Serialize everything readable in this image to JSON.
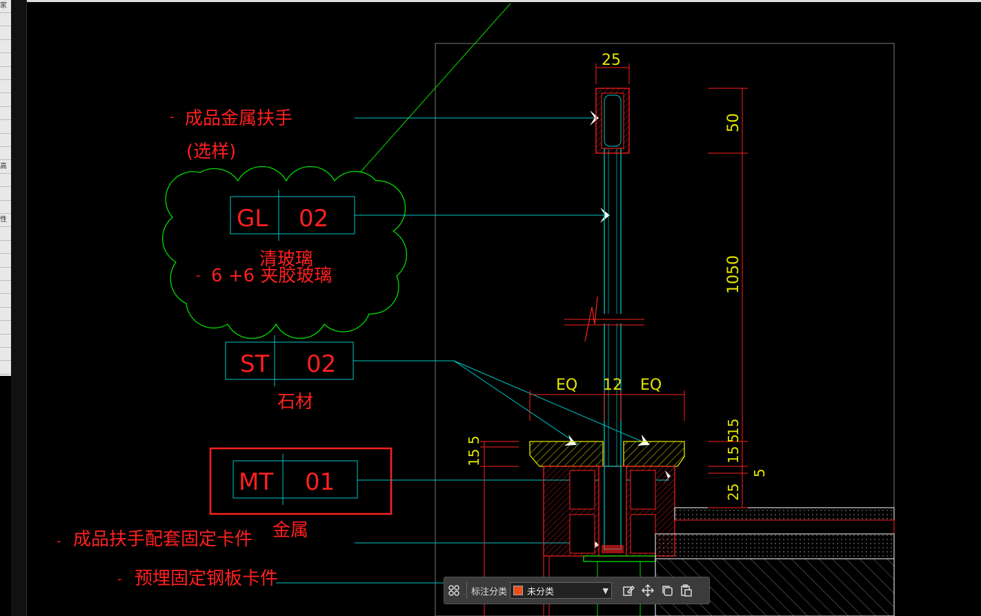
{
  "left_panel": {
    "items": [
      "家",
      "",
      "",
      "",
      "",
      "",
      "",
      "",
      "",
      "",
      "",
      "",
      "高",
      "",
      "",
      "",
      "性",
      "",
      "",
      "",
      "",
      "",
      "",
      "",
      "",
      "",
      "",
      ""
    ]
  },
  "drawing": {
    "labels": {
      "handrail": "成品金属扶手",
      "handrail_note": "(选样)",
      "glass_desc": "6 +6 夹胶玻璃",
      "glass_name": "清玻璃",
      "stone_name": "石材",
      "metal_name": "金属",
      "fixing_clip": "成品扶手配套固定卡件",
      "embedded_plate": "预埋固定钢板卡件",
      "dash": "-"
    },
    "tags": {
      "gl": {
        "code": "GL",
        "num": "02"
      },
      "st": {
        "code": "ST",
        "num": "02"
      },
      "mt": {
        "code": "MT",
        "num": "01"
      }
    },
    "dims": {
      "top_width": "25",
      "handrail_height": "50",
      "glass_height": "1050",
      "eq_left": "EQ",
      "gap": "12",
      "eq_right": "EQ",
      "left_15_5": "15 5",
      "right_15": "15",
      "right_5_a": "5",
      "right_15_b": "15",
      "right_5_b": "5",
      "right_25": "25"
    },
    "colors": {
      "red": "#ff2020",
      "yellow": "#e6e600",
      "cyan": "#00c8c8",
      "green": "#00e000",
      "white": "#ffffff",
      "frame": "#7a7a7a"
    }
  },
  "toolbar": {
    "grid_icon": "grid-icon",
    "category_label": "标注分类",
    "selected_value": "未分类",
    "swatch_color": "#e8501a",
    "edit_icon": "edit-icon",
    "move_icon": "move-icon",
    "copy_icon": "copy-icon",
    "paste_icon": "paste-icon"
  }
}
